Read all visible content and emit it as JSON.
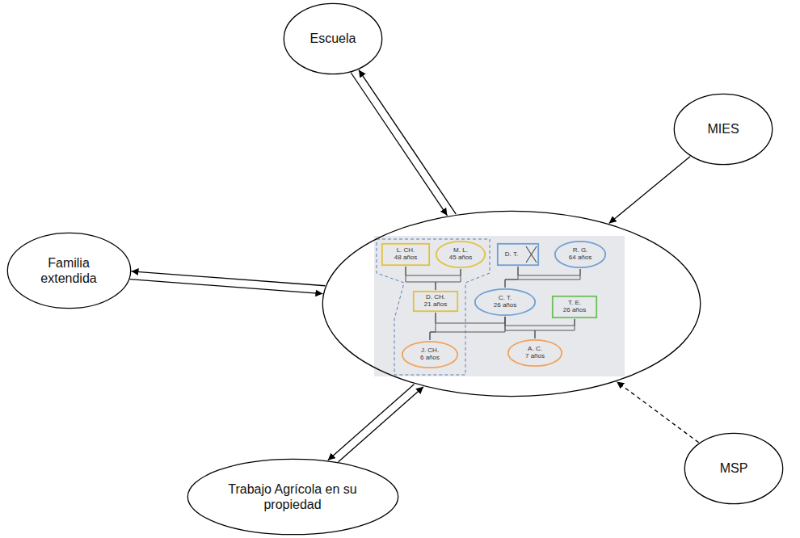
{
  "diagram": {
    "nodes": [
      {
        "text": [
          "Escuela"
        ]
      },
      {
        "text": [
          "MIES"
        ]
      },
      {
        "text": [
          "Familia extendida"
        ]
      },
      {
        "text": []
      },
      {
        "text": [
          "L. CH.",
          "48 años"
        ],
        "in": 3
      },
      {
        "text": [
          "M. L.",
          "45 años"
        ],
        "in": 3
      },
      {
        "text": [
          "D. T."
        ],
        "in": 3
      },
      {
        "text": [
          "R. G.",
          "64 años"
        ],
        "in": 3
      },
      {
        "text": [
          "D. CH.",
          "21 años"
        ],
        "in": 3
      },
      {
        "text": [
          "C. T.",
          "26 años"
        ],
        "in": 3
      },
      {
        "text": [
          "T. E.",
          "26 años"
        ],
        "in": 3
      },
      {
        "text": [
          "J. CH.",
          "6 años"
        ],
        "in": 3
      },
      {
        "text": [
          "A. C.",
          "7 años"
        ],
        "in": 3
      },
      {
        "text": [
          "Trabajo Agrícola en su propiedad"
        ]
      },
      {
        "text": [
          "MSP"
        ]
      }
    ],
    "edges": [
      {
        "from": 3,
        "to": 0,
        "arrow": "to"
      },
      {
        "from": 0,
        "to": 3,
        "arrow": "to"
      },
      {
        "from": 1,
        "to": 3,
        "arrow": "to"
      },
      {
        "from": 3,
        "to": 2,
        "arrow": "to"
      },
      {
        "from": 2,
        "to": 3,
        "arrow": "to"
      },
      {
        "from": 3,
        "to": 13,
        "arrow": "to"
      },
      {
        "from": 13,
        "to": 3,
        "arrow": "to"
      },
      {
        "from": 14,
        "to": 3,
        "arrow": "to"
      },
      {
        "from": 4,
        "to": 5,
        "arrow": "none"
      },
      {
        "from": 6,
        "to": 7,
        "arrow": "none"
      },
      {
        "from": 8,
        "to": 9,
        "arrow": "none"
      },
      {
        "from": 9,
        "to": 10,
        "arrow": "none"
      },
      {
        "from": 4,
        "to": 8,
        "arrow": "none"
      },
      {
        "from": 5,
        "to": 8,
        "arrow": "none"
      },
      {
        "from": 6,
        "to": 9,
        "arrow": "none"
      },
      {
        "from": 7,
        "to": 9,
        "arrow": "none"
      },
      {
        "from": 8,
        "to": 11,
        "arrow": "none"
      },
      {
        "from": 9,
        "to": 11,
        "arrow": "none"
      },
      {
        "from": 9,
        "to": 12,
        "arrow": "none"
      },
      {
        "from": 10,
        "to": 12,
        "arrow": "none"
      }
    ]
  }
}
